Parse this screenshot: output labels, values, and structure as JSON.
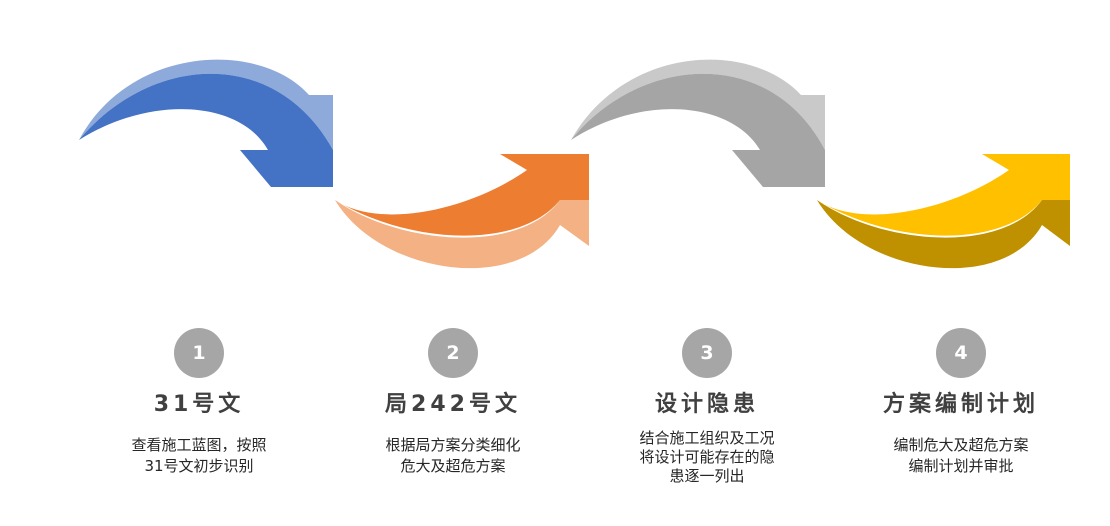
{
  "colors": {
    "blue_light": "#8eaadb",
    "blue_dark": "#4472c4",
    "orange_light": "#f4b183",
    "orange_dark": "#ed7d31",
    "gray_light": "#c9c9c9",
    "gray_dark": "#a5a5a5",
    "gold_light": "#ffc000",
    "gold_dark": "#bf9000",
    "badge": "#a6a6a6"
  },
  "steps": [
    {
      "number": "1",
      "title": "31号文",
      "desc": [
        "查看施工蓝图，按照",
        "31号文初步识别"
      ]
    },
    {
      "number": "2",
      "title": "局242号文",
      "desc": [
        "根据局方案分类细化",
        "危大及超危方案"
      ]
    },
    {
      "number": "3",
      "title": "设计隐患",
      "desc": [
        "结合施工组织及工况",
        "将设计可能存在的隐",
        "患逐一列出"
      ]
    },
    {
      "number": "4",
      "title": "方案编制计划",
      "desc": [
        "编制危大及超危方案",
        "编制计划并审批"
      ]
    }
  ]
}
